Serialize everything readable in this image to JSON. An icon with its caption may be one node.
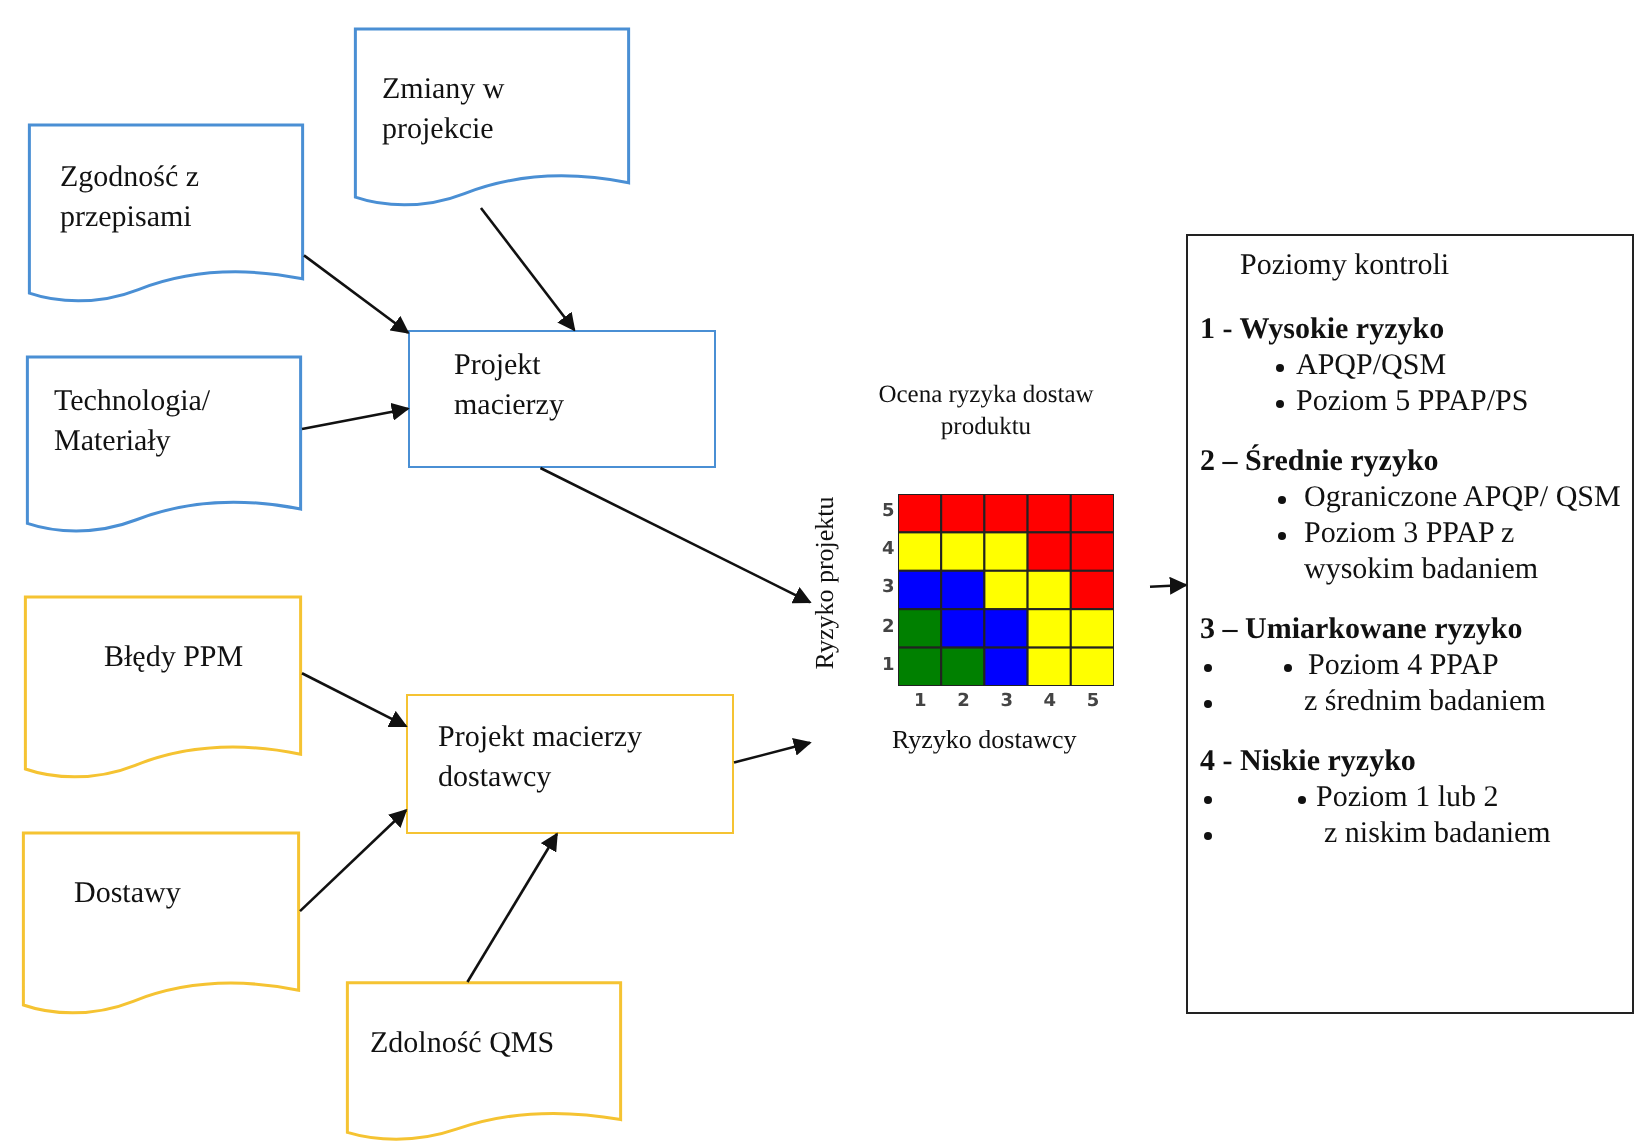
{
  "diagram": {
    "nodes": [
      {
        "text": [
          "Zmiany w projekcie"
        ]
      },
      {
        "text": [
          "Zgodność z przepisami"
        ]
      },
      {
        "text": [
          "Technologia/ Materiały"
        ]
      },
      {
        "text": [
          "Projekt macierzy"
        ]
      },
      {
        "text": [
          "Błędy PPM"
        ]
      },
      {
        "text": [
          "Dostawy"
        ]
      },
      {
        "text": [
          "Projekt macierzy dostawcy"
        ]
      },
      {
        "text": [
          "Zdolność QMS"
        ]
      },
      {
        "text": [
          "Ocena ryzyka dostaw produktu",
          "Ryzyko projektu",
          "Ryzyko dostawcy"
        ]
      },
      {
        "text": [
          "Poziomy kontroli",
          "1 - Wysokie ryzyko",
          "APQP/QSM",
          "Poziom 5 PPAP/PS",
          "2 – Średnie ryzyko",
          "Ograniczone APQP/ QSM",
          "Poziom 3 PPAP z wysokim badaniem",
          "3 – Umiarkowane ryzyko",
          "Poziom 4 PPAP",
          "z średnim badaniem",
          "4 -  Niskie ryzyko",
          "Poziom 1 lub 2",
          "z niskim badaniem"
        ]
      }
    ],
    "edges": [
      {
        "from": 0,
        "to": 3,
        "arrow": "to"
      },
      {
        "from": 1,
        "to": 3,
        "arrow": "to"
      },
      {
        "from": 2,
        "to": 3,
        "arrow": "to"
      },
      {
        "from": 3,
        "to": 8,
        "arrow": "to"
      },
      {
        "from": 4,
        "to": 6,
        "arrow": "to"
      },
      {
        "from": 5,
        "to": 6,
        "arrow": "to"
      },
      {
        "from": 7,
        "to": 6,
        "arrow": "to"
      },
      {
        "from": 6,
        "to": 8,
        "arrow": "to"
      },
      {
        "from": 8,
        "to": 9,
        "arrow": "to"
      }
    ],
    "labels": [
      "5",
      "4",
      "3",
      "2",
      "1",
      "1",
      "2",
      "3",
      "4",
      "5"
    ]
  }
}
